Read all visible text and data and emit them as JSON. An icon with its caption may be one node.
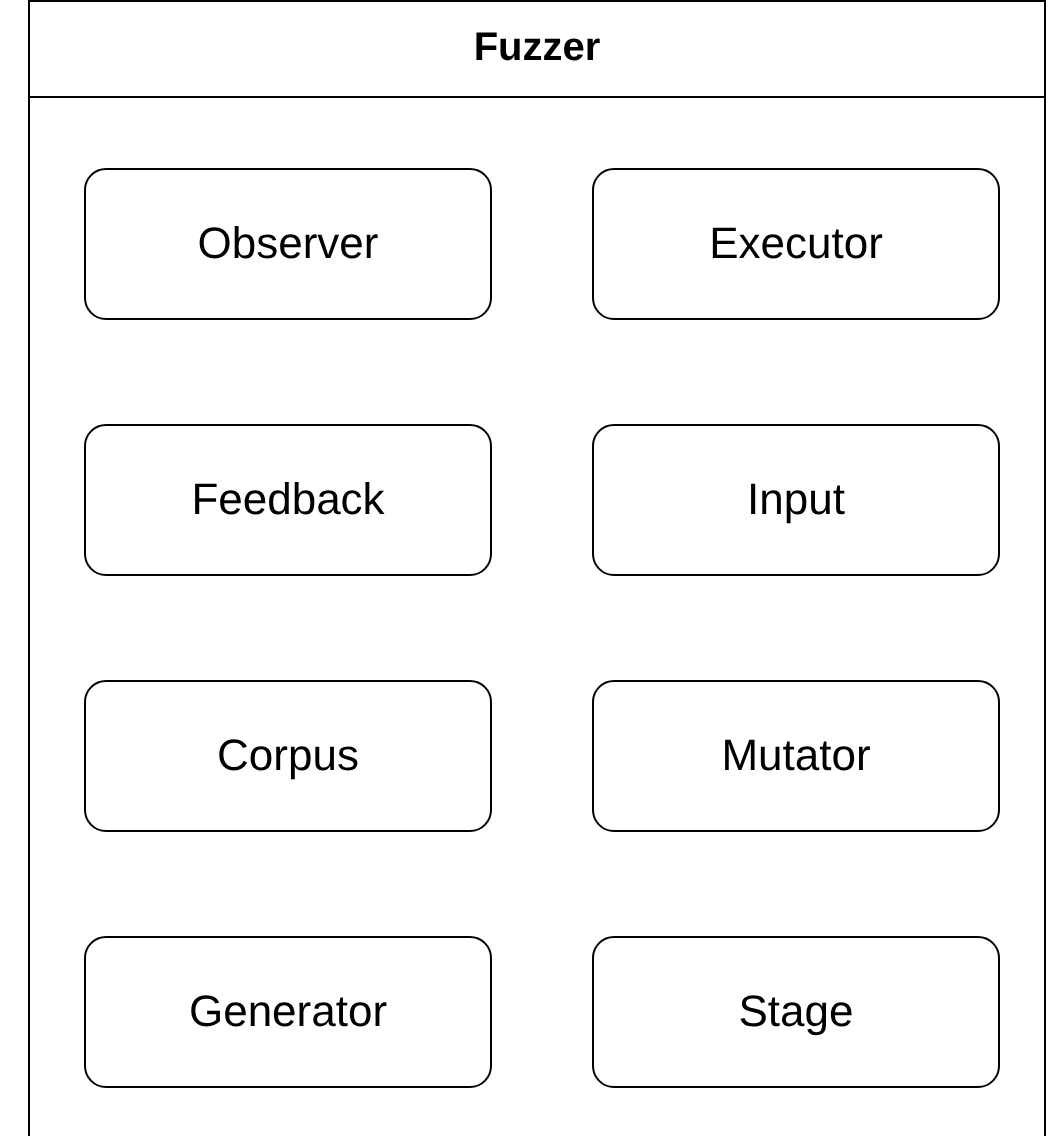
{
  "diagram": {
    "nodes": [
      {
        "text": [
          "Fuzzer"
        ]
      },
      {
        "text": [
          "Observer"
        ],
        "in": 0
      },
      {
        "text": [
          "Executor"
        ],
        "in": 0
      },
      {
        "text": [
          "Feedback"
        ],
        "in": 0
      },
      {
        "text": [
          "Input"
        ],
        "in": 0
      },
      {
        "text": [
          "Corpus"
        ],
        "in": 0
      },
      {
        "text": [
          "Mutator"
        ],
        "in": 0
      },
      {
        "text": [
          "Generator"
        ],
        "in": 0
      },
      {
        "text": [
          "Stage"
        ],
        "in": 0
      }
    ]
  }
}
